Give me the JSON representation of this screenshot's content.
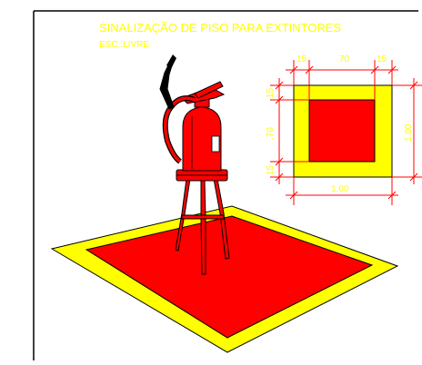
{
  "title": "SINALIZAÇÃO DE PISO PARA EXTINTORES",
  "scale_note": "ESC.:LIVRE",
  "detail": {
    "top_dims": [
      "15",
      ".70",
      "15"
    ],
    "left_dims": [
      "15",
      ".70",
      "15"
    ],
    "right_dim": "1.00",
    "bottom_dim": "1.00"
  },
  "colors": {
    "title_text": "#ffff00",
    "border_yellow": "#ffff00",
    "fill_red": "#ff0000",
    "dimension_red": "#ff0000",
    "frame": "#000000"
  },
  "icons": {
    "extinguisher": "fire-extinguisher-icon"
  }
}
